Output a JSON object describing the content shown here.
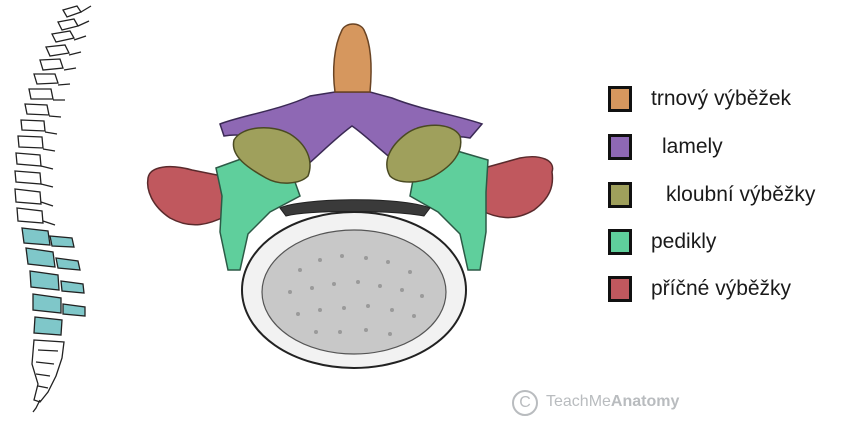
{
  "legend": {
    "items": [
      {
        "label": "trnový výběžek",
        "color": "#d6975e"
      },
      {
        "label": "lamely",
        "color": "#8e68b4"
      },
      {
        "label": "kloubní výběžky",
        "color": "#9fa05c"
      },
      {
        "label": "pedikly",
        "color": "#5fcf9c"
      },
      {
        "label": "příčné výběžky",
        "color": "#c0585e"
      }
    ]
  },
  "watermark": {
    "icon": "copyright-icon",
    "symbol": "C",
    "brand_regular": "TeachMe",
    "brand_bold": "Anatomy"
  },
  "colors": {
    "spine_highlight": "#7fc7c9",
    "vertebral_body_fill": "#f2f2f2",
    "vertebral_body_spongy": "#c8c8c8"
  }
}
